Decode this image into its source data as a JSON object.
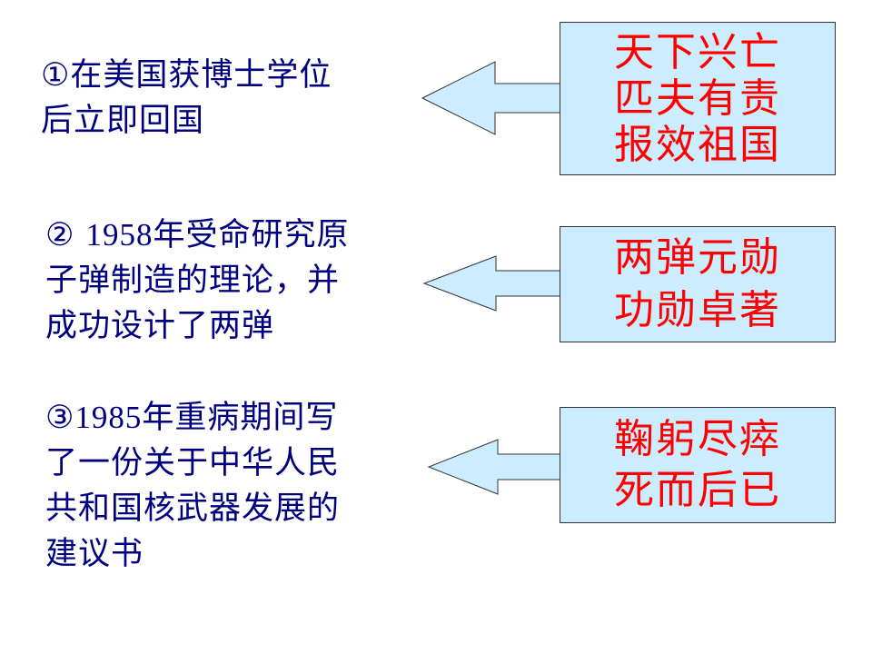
{
  "colors": {
    "left_text": "#000080",
    "box_fill": "#ccecff",
    "box_text": "#ff0000",
    "arrow_fill": "#ccecff",
    "arrow_stroke": "#333333"
  },
  "rows": [
    {
      "description_lines": [
        "①在美国获博士学位",
        "后立即回国"
      ],
      "box_lines": [
        "天下兴亡",
        "匹夫有责",
        "报效祖国"
      ]
    },
    {
      "description_lines": [
        "② 1958年受命研究原",
        "子弹制造的理论，并",
        "成功设计了两弹"
      ],
      "box_lines": [
        "两弹元勋",
        "功勋卓著"
      ]
    },
    {
      "description_lines": [
        "③1985年重病期间写",
        "了一份关于中华人民",
        "共和国核武器发展的",
        "建议书"
      ],
      "box_lines": [
        "鞠躬尽瘁",
        "死而后已"
      ]
    }
  ]
}
